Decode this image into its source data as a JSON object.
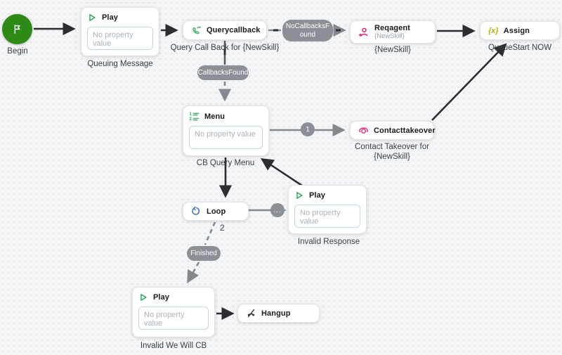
{
  "nodes": {
    "begin": {
      "label": "Begin"
    },
    "queuing_message": {
      "title": "Play",
      "placeholder": "No property value",
      "caption": "Queuing Message"
    },
    "querycallback": {
      "title": "Querycallback",
      "caption": "Query Call Back for {NewSkill}"
    },
    "reqagent": {
      "title": "Reqagent",
      "property": "{NewSkill}",
      "caption": "{NewSkill}"
    },
    "assign": {
      "title": "Assign",
      "glyph": "{x}",
      "caption": "QueueStart NOW"
    },
    "menu": {
      "title": "Menu",
      "placeholder": "No property value",
      "caption": "CB Query Menu"
    },
    "contacttakeover": {
      "title": "Contacttakeover",
      "caption": "Contact Takeover for {NewSkill}"
    },
    "loop": {
      "title": "Loop"
    },
    "invalid_response": {
      "title": "Play",
      "placeholder": "No property value",
      "caption": "Invalid Response"
    },
    "invalid_we_will_cb": {
      "title": "Play",
      "placeholder": "No property value",
      "caption": "Invalid We Will CB"
    },
    "hangup": {
      "title": "Hangup"
    }
  },
  "branches": {
    "no_callbacks_found": "NoCallbacksFound",
    "callbacks_found": "CallbacksFound",
    "finished": "Finished",
    "option_1": "1",
    "ellipsis": "...",
    "loop_count": "2"
  },
  "colors": {
    "begin_green": "#2e8a16",
    "accent_green": "#23a455",
    "pink": "#e6146e",
    "yellow": "#b4b609",
    "blue": "#2f6db5",
    "badge_gray": "#8a9096",
    "connector_black": "#2b2d30"
  }
}
